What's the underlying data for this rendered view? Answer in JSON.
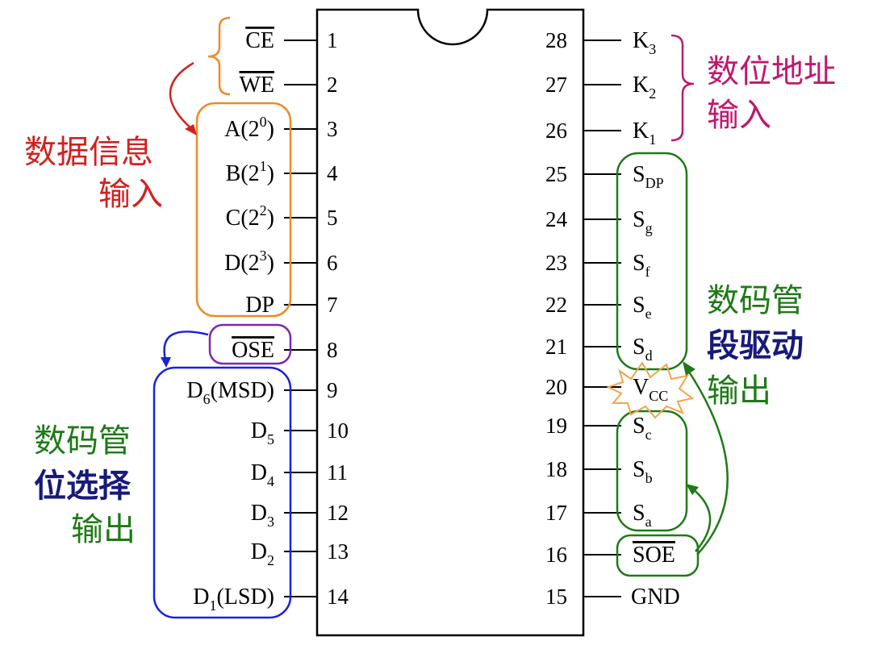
{
  "colors": {
    "chip": "#000000",
    "orange": "#f08a24",
    "red": "#d32020",
    "magenta": "#c0186e",
    "purple": "#7a2ab0",
    "blue": "#1a22d8",
    "green": "#1e7a16",
    "navy": "#181a7a",
    "burst": "#f4a34a"
  },
  "left_pins": [
    {
      "num": "1",
      "label": "CE",
      "overbar": true
    },
    {
      "num": "2",
      "label": "WE",
      "overbar": true
    },
    {
      "num": "3",
      "label": "A(2",
      "sup": "0",
      "tail": ")"
    },
    {
      "num": "4",
      "label": "B(2",
      "sup": "1",
      "tail": ")"
    },
    {
      "num": "5",
      "label": "C(2",
      "sup": "2",
      "tail": ")"
    },
    {
      "num": "6",
      "label": "D(2",
      "sup": "3",
      "tail": ")"
    },
    {
      "num": "7",
      "label": "DP"
    },
    {
      "num": "8",
      "label": "OSE",
      "overbar": true
    },
    {
      "num": "9",
      "label": "D",
      "sub": "6",
      "tail": "(MSD)"
    },
    {
      "num": "10",
      "label": "D",
      "sub": "5"
    },
    {
      "num": "11",
      "label": "D",
      "sub": "4"
    },
    {
      "num": "12",
      "label": "D",
      "sub": "3"
    },
    {
      "num": "13",
      "label": "D",
      "sub": "2"
    },
    {
      "num": "14",
      "label": "D",
      "sub": "1",
      "tail": "(LSD)"
    }
  ],
  "right_pins": [
    {
      "num": "28",
      "label": "K",
      "sub": "3"
    },
    {
      "num": "27",
      "label": "K",
      "sub": "2"
    },
    {
      "num": "26",
      "label": "K",
      "sub": "1"
    },
    {
      "num": "25",
      "label": "S",
      "sub": "DP"
    },
    {
      "num": "24",
      "label": "S",
      "sub": "g"
    },
    {
      "num": "23",
      "label": "S",
      "sub": "f"
    },
    {
      "num": "22",
      "label": "S",
      "sub": "e"
    },
    {
      "num": "21",
      "label": "S",
      "sub": "d"
    },
    {
      "num": "20",
      "label": "V",
      "sub": "CC"
    },
    {
      "num": "19",
      "label": "S",
      "sub": "c"
    },
    {
      "num": "18",
      "label": "S",
      "sub": "b"
    },
    {
      "num": "17",
      "label": "S",
      "sub": "a"
    },
    {
      "num": "16",
      "label": "SOE",
      "overbar": true
    },
    {
      "num": "15",
      "label": "GND"
    }
  ],
  "annotations": {
    "data_input": [
      "数据信息",
      "输入"
    ],
    "digit_addr": [
      "数位地址",
      "输入"
    ],
    "segment_drive": [
      "数码管",
      "段驱动",
      "输出"
    ],
    "digit_select": [
      "数码管",
      "位选择",
      "输出"
    ]
  }
}
